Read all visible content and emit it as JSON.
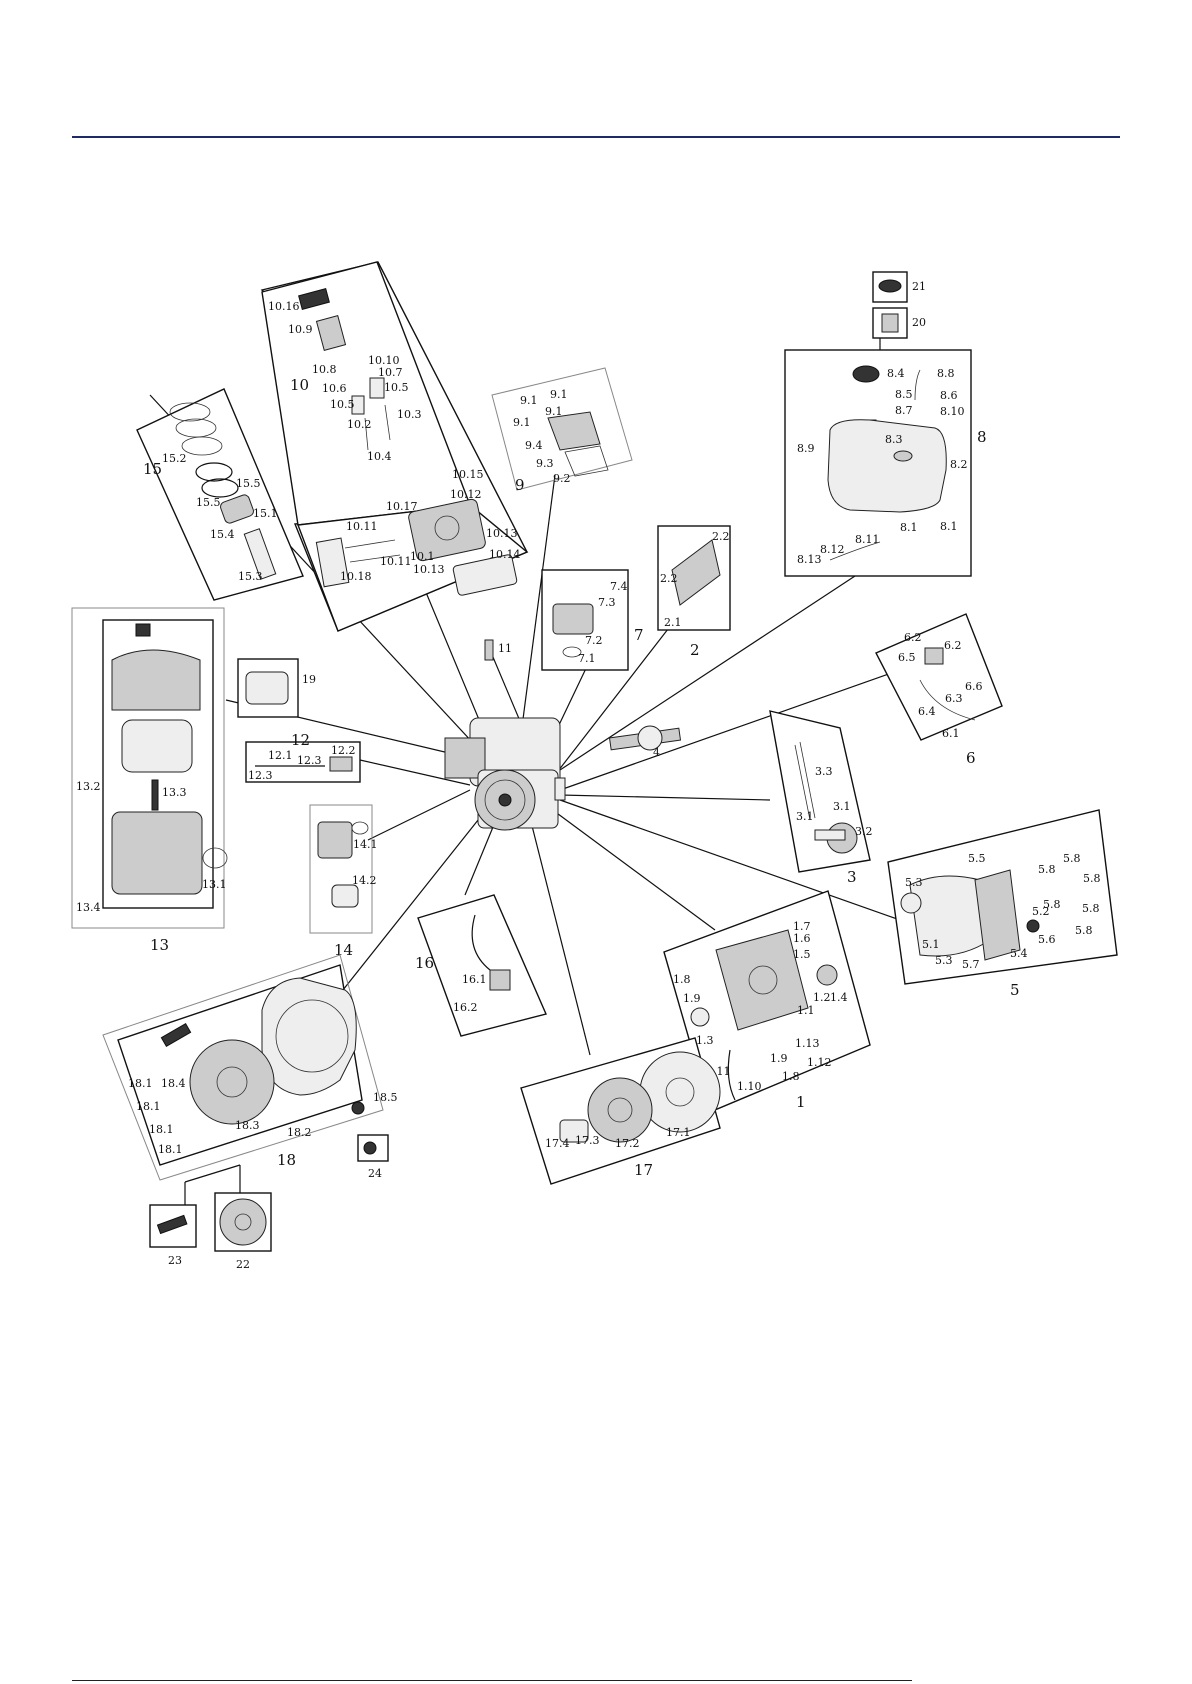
{
  "colors": {
    "rule": "#1f2a6b",
    "line": "#111111"
  },
  "labels": {
    "a21": "21",
    "a20": "20",
    "b8": "8",
    "b8_4": "8.4",
    "b8_8": "8.8",
    "b8_5": "8.5",
    "b8_6": "8.6",
    "b8_7": "8.7",
    "b8_10": "8.10",
    "b8_9": "8.9",
    "b8_3": "8.3",
    "b8_2": "8.2",
    "b8_11": "8.11",
    "b8_1a": "8.1",
    "b8_1b": "8.1",
    "b8_12": "8.12",
    "b8_13": "8.13",
    "c10": "10",
    "c10_16": "10.16",
    "c10_9": "10.9",
    "c10_10": "10.10",
    "c10_8": "10.8",
    "c10_7": "10.7",
    "c10_6": "10.6",
    "c10_5a": "10.5",
    "c10_5b": "10.5",
    "c10_3": "10.3",
    "c10_2": "10.2",
    "c10_4": "10.4",
    "c10_15": "10.15",
    "c10_12": "10.12",
    "c10_17": "10.17",
    "c10_11a": "10.11",
    "c10_11b": "10.11",
    "c10_1": "10.1",
    "c10_13a": "10.13",
    "c10_13b": "10.13",
    "c10_14": "10.14",
    "c10_18": "10.18",
    "d15": "15",
    "d15_2": "15.2",
    "d15_5a": "15.5",
    "d15_5b": "15.5",
    "d15_1": "15.1",
    "d15_4": "15.4",
    "d15_3": "15.3",
    "e9": "9",
    "e9_1a": "9.1",
    "e9_1b": "9.1",
    "e9_1c": "9.1",
    "e9_1d": "9.1",
    "e9_4": "9.4",
    "e9_3": "9.3",
    "e9_2": "9.2",
    "f7": "7",
    "f7_4": "7.4",
    "f7_3": "7.3",
    "f7_2": "7.2",
    "f7_1": "7.1",
    "g2": "2",
    "g2_2a": "2.2",
    "g2_2b": "2.2",
    "g2_1": "2.1",
    "h11": "11",
    "h19": "19",
    "h4": "4",
    "i12": "12",
    "i12_1": "12.1",
    "i12_2": "12.2",
    "i12_3a": "12.3",
    "i12_3b": "12.3",
    "j13": "13",
    "j13_2": "13.2",
    "j13_3": "13.3",
    "j13_1": "13.1",
    "j13_4": "13.4",
    "k14": "14",
    "k14_1": "14.1",
    "k14_2": "14.2",
    "l6": "6",
    "l6_2a": "6.2",
    "l6_2b": "6.2",
    "l6_5": "6.5",
    "l6_6": "6.6",
    "l6_3": "6.3",
    "l6_4": "6.4",
    "l6_1": "6.1",
    "m3": "3",
    "m3_3": "3.3",
    "m3_1a": "3.1",
    "m3_1b": "3.1",
    "m3_2": "3.2",
    "n5": "5",
    "n5_5": "5.5",
    "n5_8a": "5.8",
    "n5_8b": "5.8",
    "n5_8c": "5.8",
    "n5_8d": "5.8",
    "n5_8e": "5.8",
    "n5_8f": "5.8",
    "n5_3a": "5.3",
    "n5_3b": "5.3",
    "n5_2": "5.2",
    "n5_1": "5.1",
    "n5_7": "5.7",
    "n5_4": "5.4",
    "n5_6": "5.6",
    "o16": "16",
    "o16_1": "16.1",
    "o16_2": "16.2",
    "p1": "1",
    "p1_7": "1.7",
    "p1_6": "1.6",
    "p1_5": "1.5",
    "p1_8a": "1.8",
    "p1_8b": "1.8",
    "p1_9a": "1.9",
    "p1_9b": "1.9",
    "p1_2": "1.2",
    "p1_4": "1.4",
    "p1_1": "1.1",
    "p1_3": "1.3",
    "p1_13": "1.13",
    "p1_11": "1.11",
    "p1_10": "1.10",
    "p1_12": "1.12",
    "q17": "17",
    "q17_1": "17.1",
    "q17_2": "17.2",
    "q17_3": "17.3",
    "q17_4": "17.4",
    "r18": "18",
    "r18_1a": "18.1",
    "r18_1b": "18.1",
    "r18_1c": "18.1",
    "r18_1d": "18.1",
    "r18_2": "18.2",
    "r18_3": "18.3",
    "r18_4": "18.4",
    "r18_5": "18.5",
    "s24": "24",
    "s23": "23",
    "s22": "22"
  }
}
